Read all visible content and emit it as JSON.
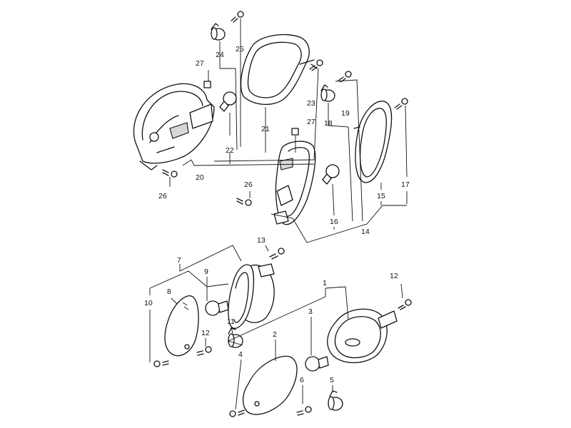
{
  "diagram": {
    "callouts": [
      {
        "id": "c24",
        "label": "24"
      },
      {
        "id": "c25",
        "label": "25"
      },
      {
        "id": "c27a",
        "label": "27"
      },
      {
        "id": "c21",
        "label": "21"
      },
      {
        "id": "c23",
        "label": "23"
      },
      {
        "id": "c22",
        "label": "22"
      },
      {
        "id": "c20",
        "label": "20"
      },
      {
        "id": "c26a",
        "label": "26"
      },
      {
        "id": "c19",
        "label": "19"
      },
      {
        "id": "c18",
        "label": "18"
      },
      {
        "id": "c27b",
        "label": "27"
      },
      {
        "id": "c17",
        "label": "17"
      },
      {
        "id": "c15",
        "label": "15"
      },
      {
        "id": "c26b",
        "label": "26"
      },
      {
        "id": "c16",
        "label": "16"
      },
      {
        "id": "c14",
        "label": "14"
      },
      {
        "id": "c13",
        "label": "13"
      },
      {
        "id": "c7",
        "label": "7"
      },
      {
        "id": "c9",
        "label": "9"
      },
      {
        "id": "c10",
        "label": "10"
      },
      {
        "id": "c8",
        "label": "8"
      },
      {
        "id": "c12a",
        "label": "12"
      },
      {
        "id": "c11",
        "label": "11"
      },
      {
        "id": "c1",
        "label": "1"
      },
      {
        "id": "c12b",
        "label": "12"
      },
      {
        "id": "c3",
        "label": "3"
      },
      {
        "id": "c2",
        "label": "2"
      },
      {
        "id": "c4",
        "label": "4"
      },
      {
        "id": "c5",
        "label": "5"
      },
      {
        "id": "c6",
        "label": "6"
      }
    ]
  }
}
